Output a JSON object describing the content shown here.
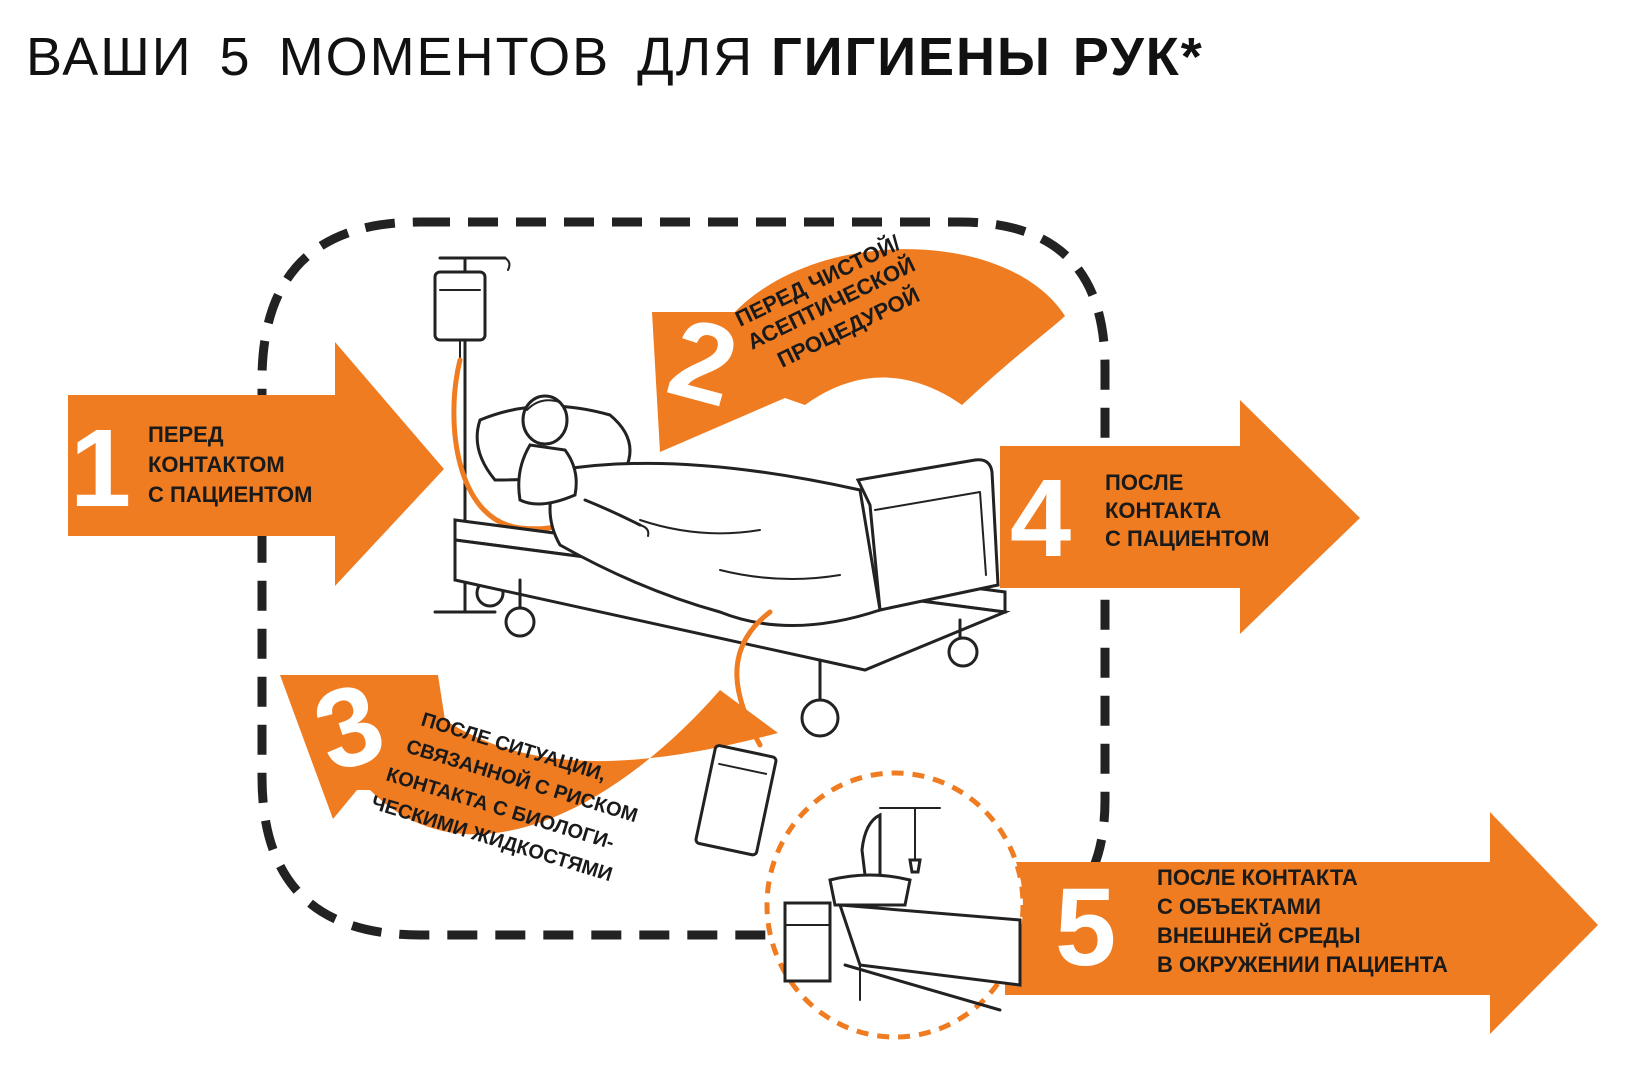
{
  "title": {
    "part1": "ВАШИ  5  МОМЕНТОВ  ДЛЯ",
    "part2": "ГИГИЕНЫ РУК*"
  },
  "accent_color": "#f07c21",
  "moments": [
    {
      "number": "1",
      "lines": [
        "ПЕРЕД",
        "КОНТАКТОМ",
        "С ПАЦИЕНТОМ"
      ]
    },
    {
      "number": "2",
      "lines": [
        "ПЕРЕД ЧИСТОЙ/",
        "АСЕПТИЧЕСКОЙ",
        "ПРОЦЕДУРОЙ"
      ]
    },
    {
      "number": "3",
      "lines": [
        "ПОСЛЕ СИТУАЦИИ,",
        "СВЯЗАННОЙ С РИСКОМ",
        "КОНТАКТА С БИОЛОГИ-",
        "ЧЕСКИМИ ЖИДКОСТЯМИ"
      ]
    },
    {
      "number": "4",
      "lines": [
        "ПОСЛЕ",
        "КОНТАКТА",
        "С ПАЦИЕНТОМ"
      ]
    },
    {
      "number": "5",
      "lines": [
        "ПОСЛЕ КОНТАКТА",
        "С ОБЪЕКТАМИ",
        "ВНЕШНЕЙ СРЕДЫ",
        "В ОКРУЖЕНИИ ПАЦИЕНТА"
      ]
    }
  ]
}
